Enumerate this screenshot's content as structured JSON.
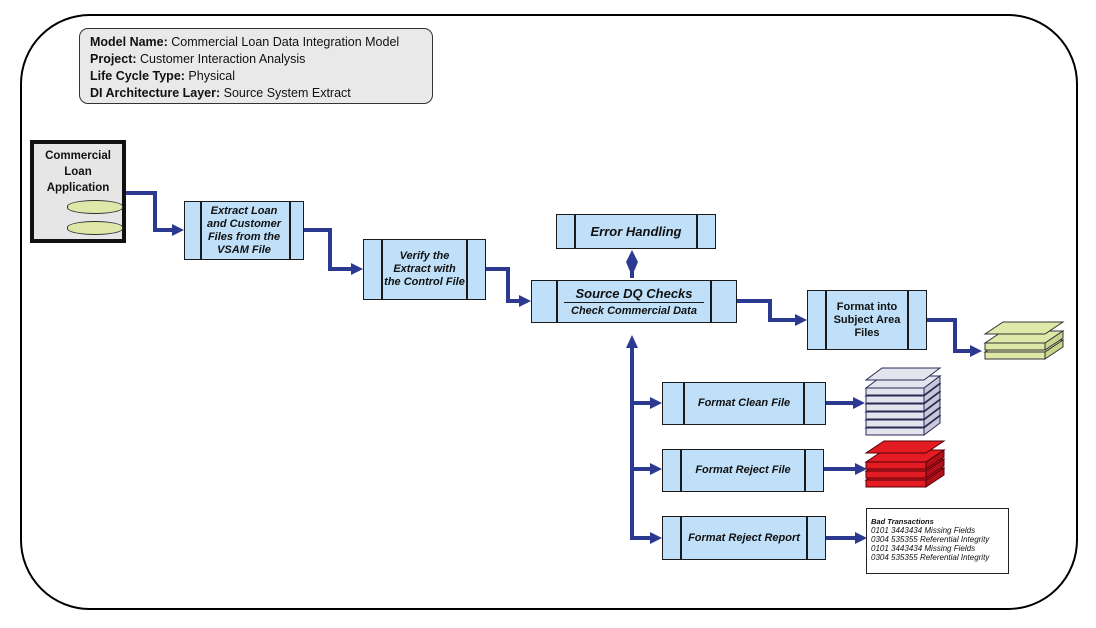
{
  "metadata": {
    "model_name_label": "Model Name:",
    "model_name": "Commercial Loan Data Integration Model",
    "project_label": "Project:",
    "project": "Customer Interaction Analysis",
    "life_cycle_label": "Life Cycle Type:",
    "life_cycle": "Physical",
    "layer_label": "DI Architecture Layer:",
    "layer": "Source System Extract"
  },
  "source": {
    "label_lines": [
      "Commercial",
      "Loan",
      "Application"
    ]
  },
  "processes": {
    "extract": "Extract Loan and Customer Files from the VSAM File",
    "verify": "Verify the Extract with the Control File",
    "dq_title": "Source  DQ Checks",
    "dq_subtitle": "Check Commercial Data",
    "error": "Error Handling",
    "format_subject": "Format into Subject Area Files",
    "format_clean": "Format Clean File",
    "format_reject_file": "Format Reject File",
    "format_reject_report": "Format Reject Report"
  },
  "report": {
    "title": "Bad Transactions",
    "lines": [
      "0101 3443434 Missing Fields",
      "0304 535355 Referential Integrity",
      "0101 3443434 Missing Fields",
      "0304 535355 Referential Integrity"
    ]
  },
  "colors": {
    "process_fill": "#bfe0f8",
    "connector": "#2b3990",
    "subject_file_fill": "#dfe8a8",
    "clean_file_fill": "#e4e4ef",
    "reject_file_fill": "#e31b23",
    "metadata_fill": "#e9e9e9"
  }
}
